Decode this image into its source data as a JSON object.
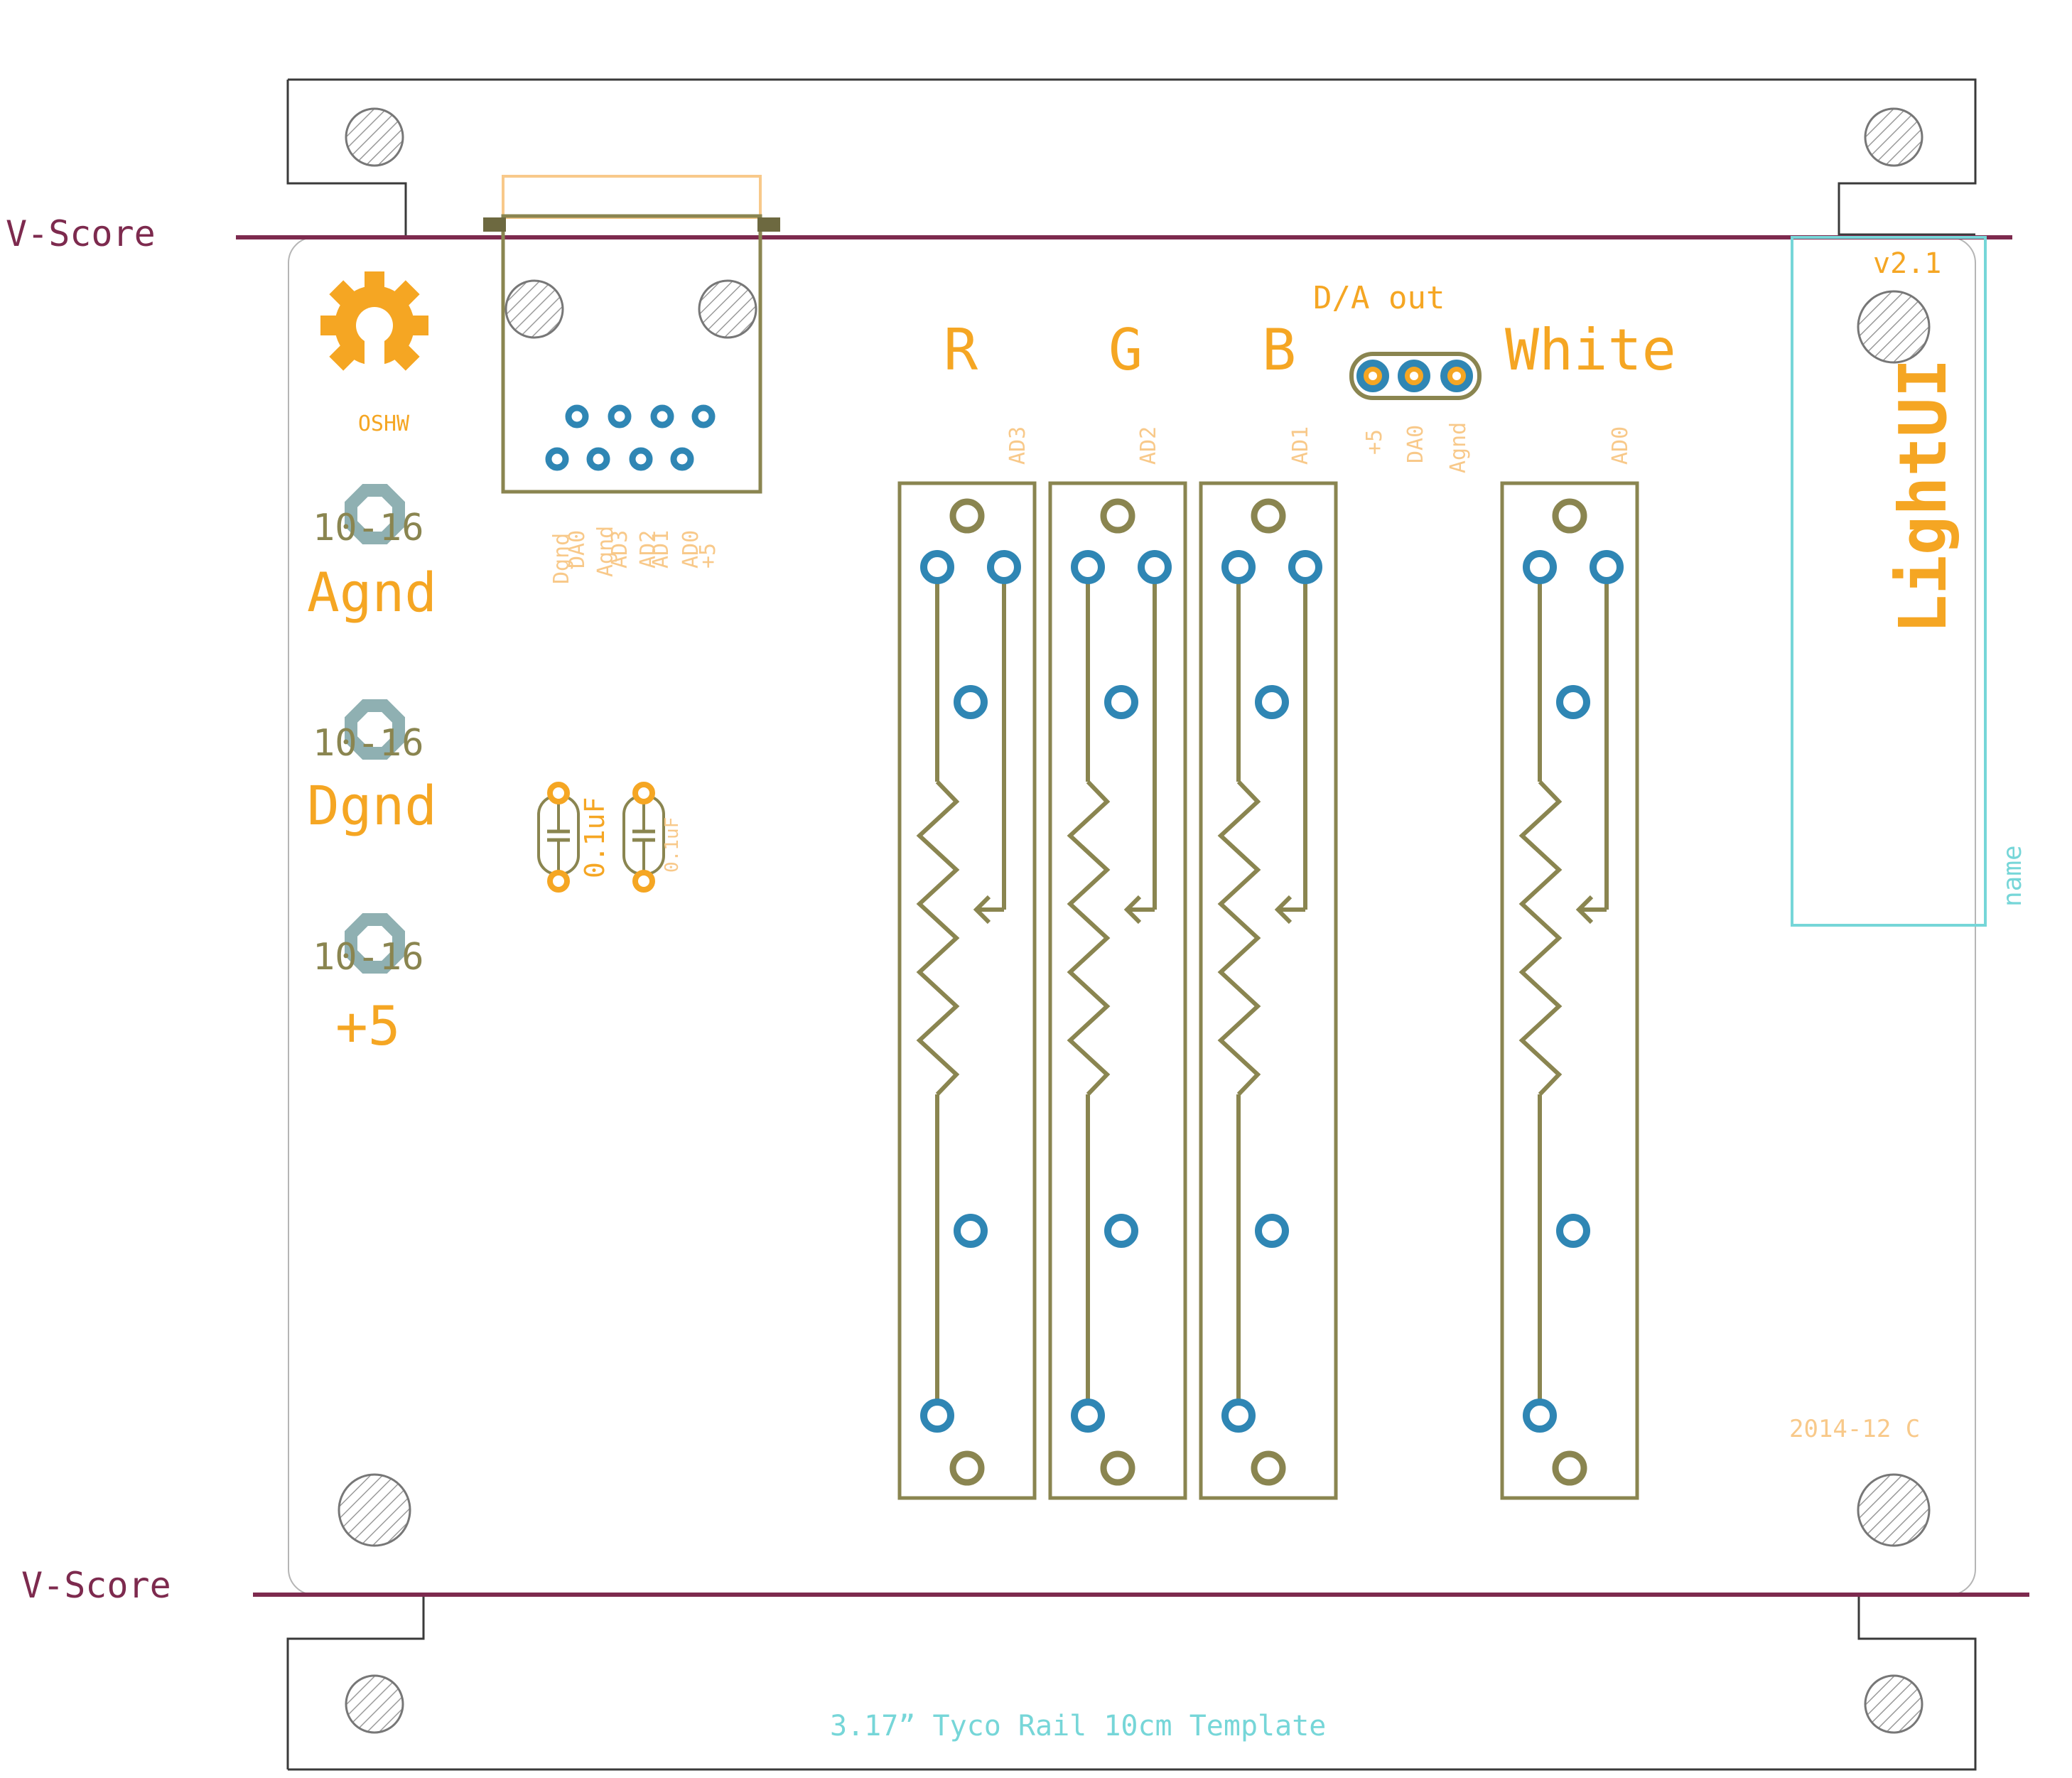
{
  "colors": {
    "outline": "#3a3a3a",
    "olive": "#8a8550",
    "orange": "#f5a623",
    "orange_light": "#f8c98a",
    "teal": "#76d6d8",
    "pad_blue": "#2f86b4",
    "maroon": "#7d2a4e",
    "hatch": "#9a9a9a"
  },
  "score_lines": {
    "top_label": "V-Score",
    "bottom_label": "V-Score"
  },
  "logo": {
    "label": "OSHW"
  },
  "terminals": [
    {
      "code": "10-16",
      "label": "Agnd"
    },
    {
      "code": "10-16",
      "label": "Dgnd"
    },
    {
      "code": "10-16",
      "label": "+5"
    }
  ],
  "connector": {
    "pins": [
      "Dgnd",
      "DA0",
      "Agnd",
      "AD3",
      "AD2",
      "AD1",
      "AD0",
      "+5"
    ]
  },
  "capacitors": [
    {
      "label": "0.1uF"
    },
    {
      "label": "0.1uF"
    }
  ],
  "header": {
    "title": "D/A out",
    "pins": [
      "+5",
      "DA0",
      "Agnd"
    ]
  },
  "sliders": [
    {
      "channel": "R",
      "signal": "AD3"
    },
    {
      "channel": "G",
      "signal": "AD2"
    },
    {
      "channel": "B",
      "signal": "AD1"
    },
    {
      "channel": "White",
      "signal": "AD0"
    }
  ],
  "label_box": {
    "version": "v2.1",
    "title": "LightUI",
    "name": "name"
  },
  "date_code": "2014-12 C",
  "template_label": "3.17” Tyco Rail 10cm Template"
}
